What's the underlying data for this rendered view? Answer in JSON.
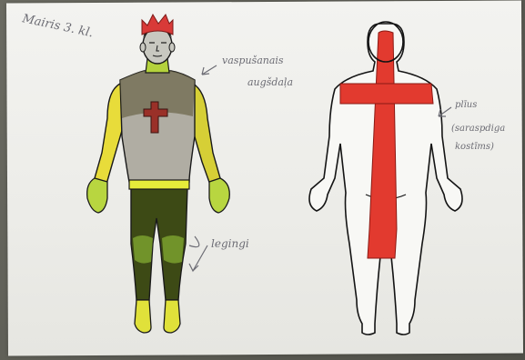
{
  "annotations": {
    "author": "Mairis 3. kl.",
    "top_wear_line1": "vaspušanais",
    "top_wear_line2": "augšdaļa",
    "leggings": "legingi",
    "back_line1": "plīus",
    "back_line2": "(saraspdiga",
    "back_line3": "kostīms)"
  },
  "colors": {
    "paper": "#efefeb",
    "helmet": "#d83a38",
    "skin": "#b8b8b0",
    "shirt": "#8a8266",
    "shirt_sleeve_yellow": "#e6d93a",
    "green": "#8fc63a",
    "leggings": "#3c4a14",
    "cross": "#9a3028",
    "back_cross": "#e23a2f",
    "pencil": "#6c6c74"
  }
}
